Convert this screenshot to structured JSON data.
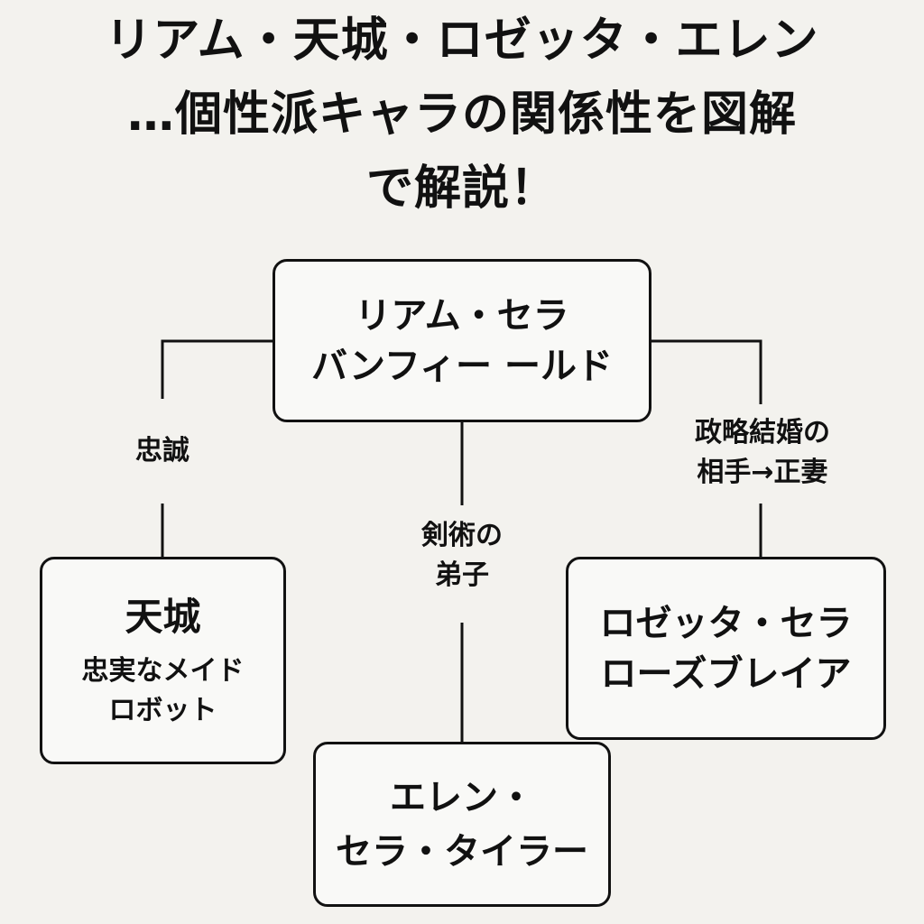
{
  "title": {
    "lines": [
      "リアム・天城・ロゼッタ・エレン",
      "…個性派キャラの関係性を図解",
      "で解説！"
    ]
  },
  "nodes": {
    "riam": {
      "lines": [
        "リアム・セラ",
        "バンフィー ールド"
      ]
    },
    "amagi": {
      "name": "天城",
      "desc_lines": [
        "忠実なメイド",
        "ロボット"
      ]
    },
    "rosetta": {
      "lines": [
        "ロゼッタ・セラ",
        "ローズブレイア"
      ]
    },
    "ellen": {
      "lines": [
        "エレン・",
        "セラ・タイラー"
      ]
    }
  },
  "edges": {
    "loyal": {
      "lines": [
        "忠誠"
      ]
    },
    "disciple": {
      "lines": [
        "剣術の",
        "弟子"
      ]
    },
    "marriage": {
      "lines": [
        "政略結婚の",
        "相手→正妻"
      ]
    }
  },
  "colors": {
    "background": "#f3f2ee",
    "box_fill": "#f9f9f7",
    "line": "#111111",
    "text": "#111111"
  }
}
